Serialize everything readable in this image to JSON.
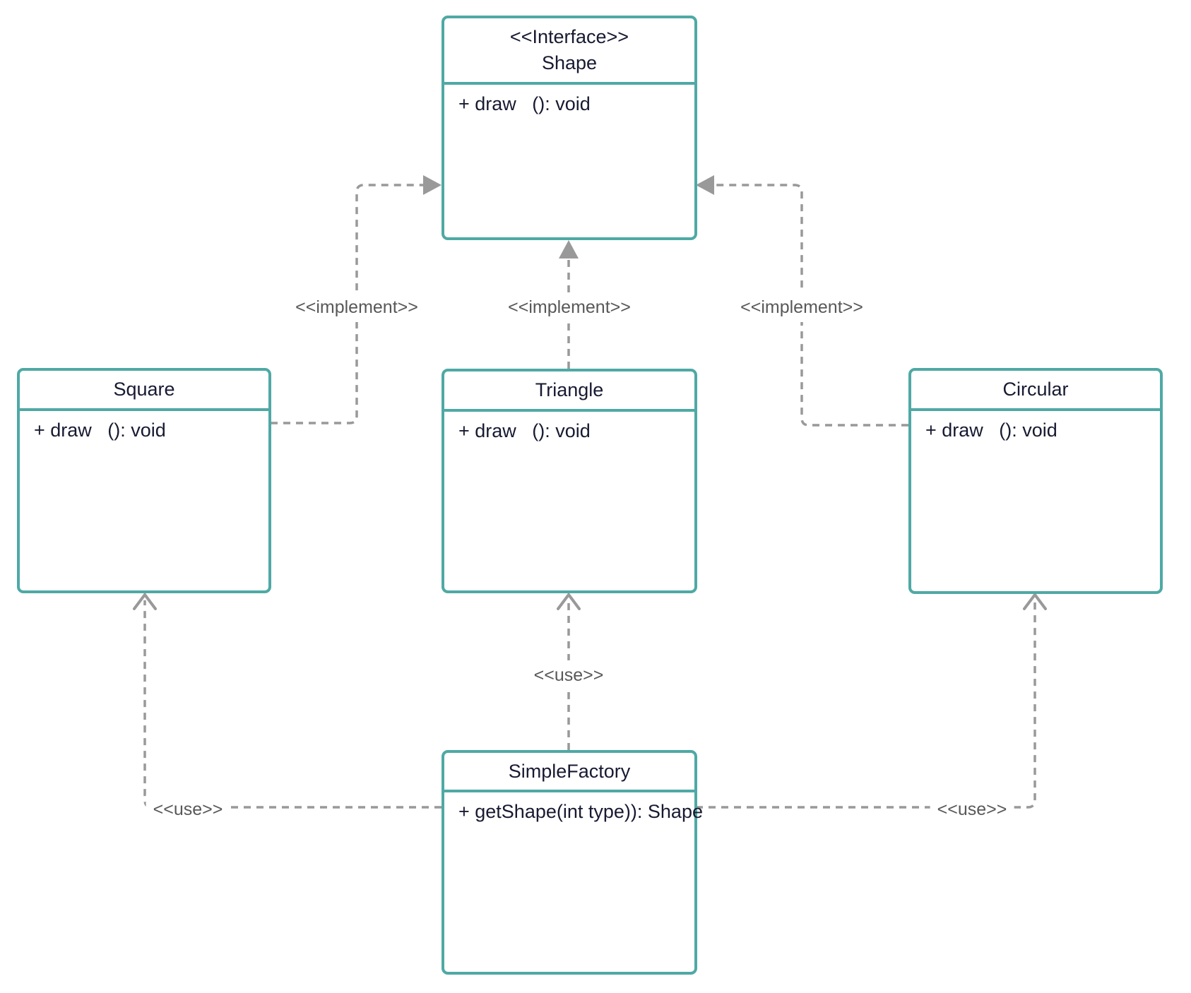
{
  "diagram": {
    "type": "uml-class-diagram",
    "pattern_name": "Simple Factory",
    "colors": {
      "background": "#ffffff",
      "box_border": "#4fa9a5",
      "box_fill": "#ffffff",
      "box_text": "#171a31",
      "connector_line": "#999999",
      "connector_label_text": "#585858"
    },
    "classes": {
      "shape": {
        "stereotype": "<<Interface>>",
        "name": "Shape",
        "member": "+ draw   (): void"
      },
      "square": {
        "name": "Square",
        "member": "+ draw   (): void"
      },
      "triangle": {
        "name": "Triangle",
        "member": "+ draw   (): void"
      },
      "circular": {
        "name": "Circular",
        "member": "+ draw   (): void"
      },
      "simplefactory": {
        "name": "SimpleFactory",
        "member": "+ getShape(int type)): Shape"
      }
    },
    "relations": [
      {
        "from": "Square",
        "to": "Shape",
        "label": "<<implement>>",
        "arrow": "dashed-filled-triangle"
      },
      {
        "from": "Triangle",
        "to": "Shape",
        "label": "<<implement>>",
        "arrow": "dashed-filled-triangle"
      },
      {
        "from": "Circular",
        "to": "Shape",
        "label": "<<implement>>",
        "arrow": "dashed-filled-triangle"
      },
      {
        "from": "SimpleFactory",
        "to": "Square",
        "label": "<<use>>",
        "arrow": "dashed-open-chevron"
      },
      {
        "from": "SimpleFactory",
        "to": "Triangle",
        "label": "<<use>>",
        "arrow": "dashed-open-chevron"
      },
      {
        "from": "SimpleFactory",
        "to": "Circular",
        "label": "<<use>>",
        "arrow": "dashed-open-chevron"
      }
    ]
  }
}
